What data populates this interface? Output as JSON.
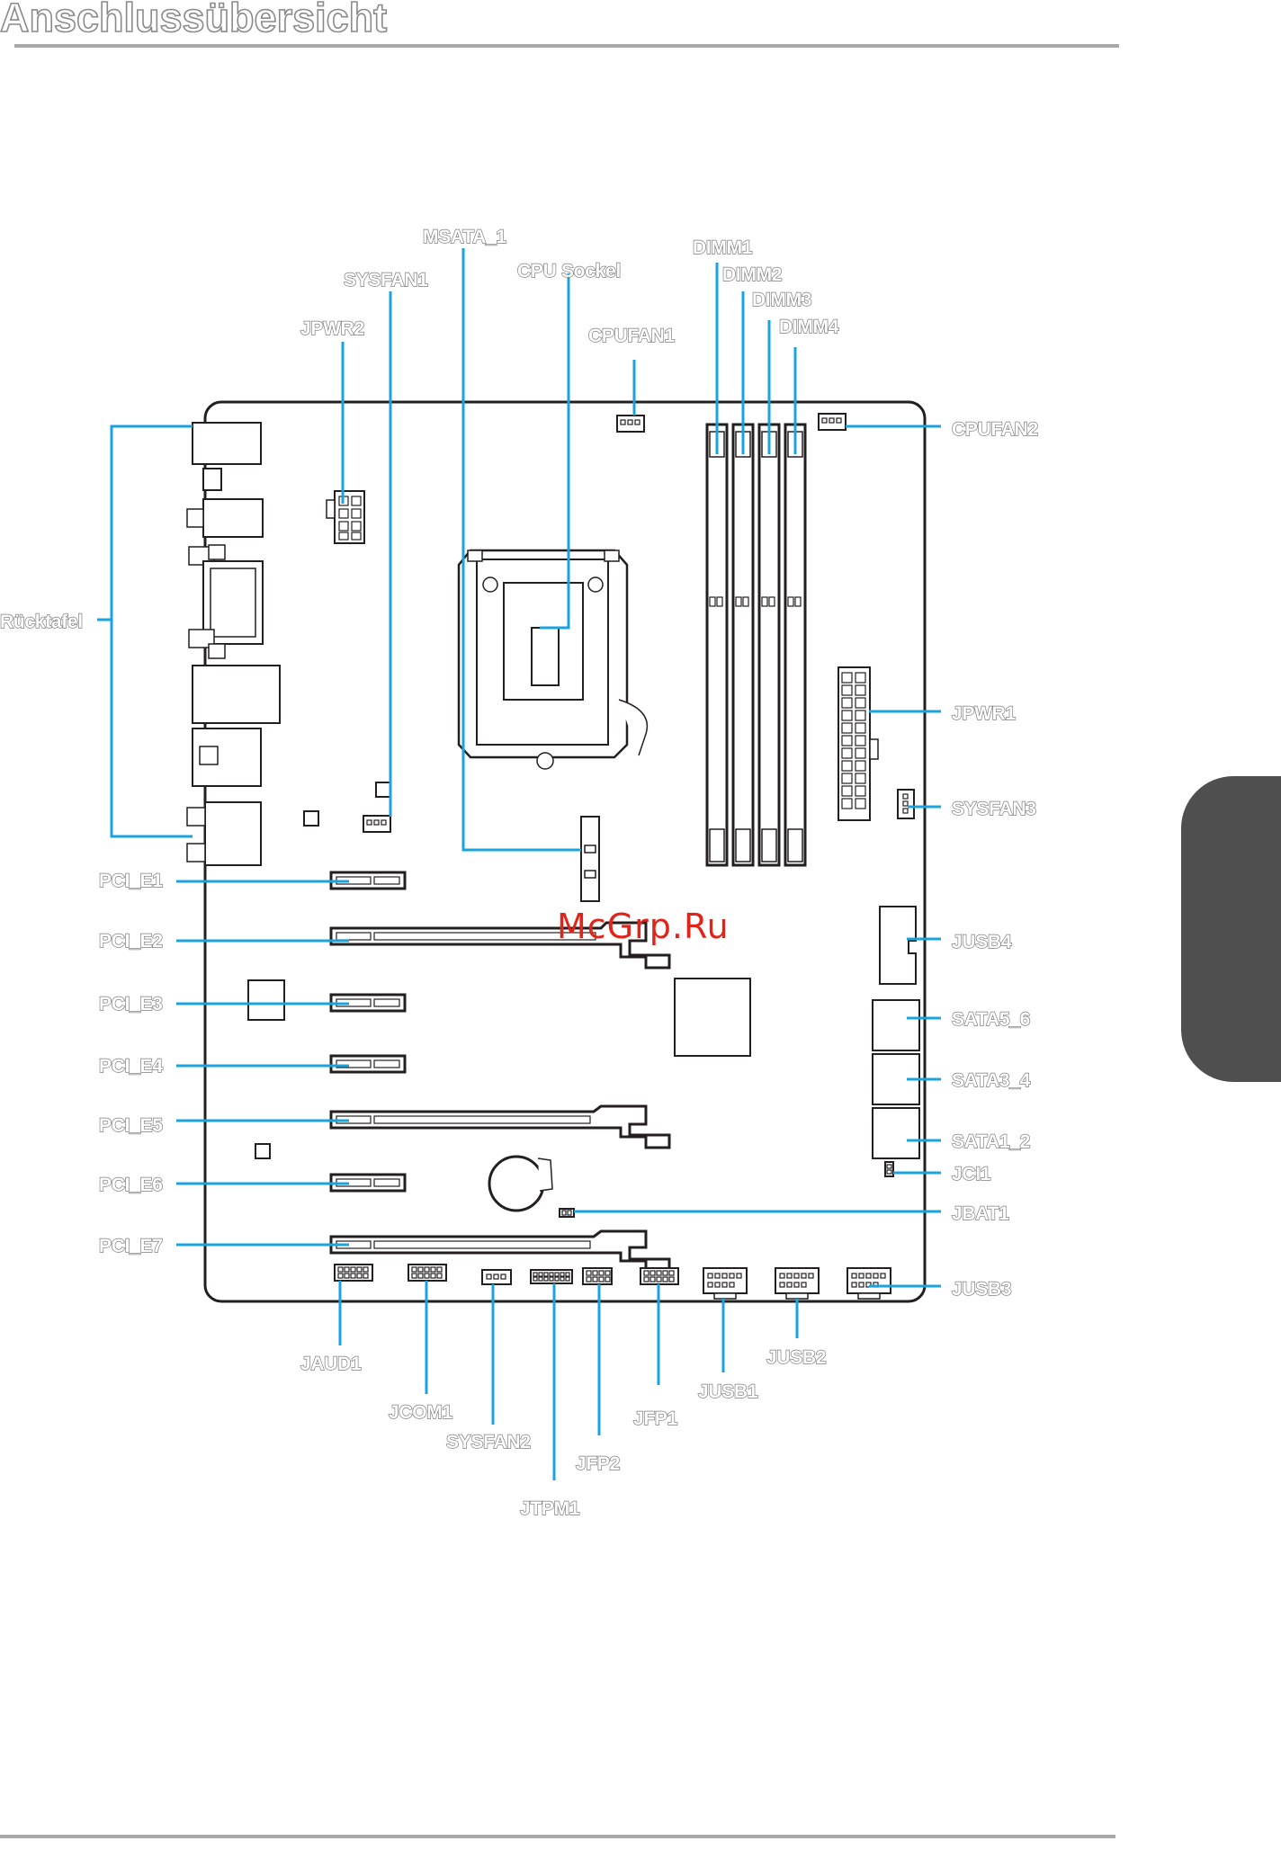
{
  "header": {
    "title": "Anschlussübersicht"
  },
  "watermark": "McGrp.Ru",
  "labels": {
    "msata": "MSATA_1",
    "cpu_socket": "CPU Sockel",
    "sysfan1": "SYSFAN1",
    "jpwr2": "JPWR2",
    "cpufan1": "CPUFAN1",
    "dimm1": "DIMM1",
    "dimm2": "DIMM2",
    "dimm3": "DIMM3",
    "dimm4": "DIMM4",
    "cpufan2": "CPUFAN2",
    "ruecktafel": "Rücktafel",
    "jpwr1": "JPWR1",
    "sysfan3": "SYSFAN3",
    "pcie1": "PCI_E1",
    "pcie2": "PCI_E2",
    "pcie3": "PCI_E3",
    "pcie4": "PCI_E4",
    "pcie5": "PCI_E5",
    "pcie6": "PCI_E6",
    "pcie7": "PCI_E7",
    "jusb4": "JUSB4",
    "sata56": "SATA5_6",
    "sata34": "SATA3_4",
    "sata12": "SATA1_2",
    "jci1": "JCI1",
    "jbat1": "JBAT1",
    "jusb3": "JUSB3",
    "jaud1": "JAUD1",
    "jcom1": "JCOM1",
    "sysfan2": "SYSFAN2",
    "jtpm1": "JTPM1",
    "jfp2": "JFP2",
    "jfp1": "JFP1",
    "jusb1": "JUSB1",
    "jusb2": "JUSB2"
  },
  "colors": {
    "leader_line": "#1aa3df",
    "outline": "#231f20",
    "side_tab": "#4f4f4f",
    "watermark": "#e0241a"
  }
}
